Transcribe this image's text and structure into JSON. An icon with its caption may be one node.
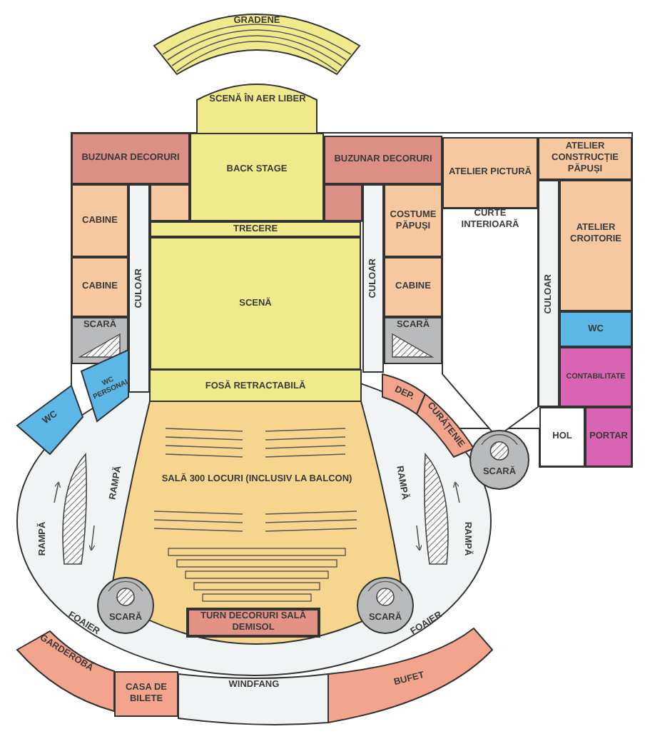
{
  "diagram": {
    "nodes": [
      {
        "text": [
          "GRADENE"
        ]
      },
      {
        "text": [
          "SCENĂ ÎN AER LIBER"
        ]
      },
      {
        "text": [
          "BUZUNAR DECORURI"
        ]
      },
      {
        "text": [
          "BACK STAGE"
        ]
      },
      {
        "text": [
          "BUZUNAR DECORURI"
        ]
      },
      {
        "text": [
          "ATELIER PICTURĂ"
        ]
      },
      {
        "text": [
          "ATELIER CONSTRUCȚIE PĂPUȘI"
        ]
      },
      {
        "text": [
          "CABINE"
        ]
      },
      {
        "text": [
          "TRECERE"
        ]
      },
      {
        "text": [
          "COSTUME PĂPUȘI"
        ]
      },
      {
        "text": [
          "CULOAR"
        ]
      },
      {
        "text": [
          "SCENĂ"
        ]
      },
      {
        "text": [
          "CULOAR"
        ]
      },
      {
        "text": [
          "CURTE INTERIOARĂ"
        ]
      },
      {
        "text": [
          "CULOAR"
        ]
      },
      {
        "text": [
          "CABINE"
        ]
      },
      {
        "text": [
          "CABINE"
        ]
      },
      {
        "text": [
          "ATELIER CROITORIE"
        ]
      },
      {
        "text": [
          "SCARĂ"
        ]
      },
      {
        "text": [
          "SCARĂ"
        ]
      },
      {
        "text": [
          "WC"
        ]
      },
      {
        "text": [
          "WC PERSONAL"
        ]
      },
      {
        "text": [
          "FOSĂ RETRACTABILĂ"
        ]
      },
      {
        "text": [
          "CONTABILITATE"
        ]
      },
      {
        "text": [
          "WC"
        ]
      },
      {
        "text": [
          "DEP."
        ]
      },
      {
        "text": [
          "CURĂȚENIE"
        ]
      },
      {
        "text": [
          "HOL"
        ]
      },
      {
        "text": [
          "PORTAR"
        ]
      },
      {
        "text": [
          "SALĂ 300 LOCURI (INCLUSIV LA BALCON)"
        ]
      },
      {
        "text": [
          "RAMPĂ"
        ]
      },
      {
        "text": [
          "RAMPĂ"
        ]
      },
      {
        "text": [
          "SCARĂ"
        ]
      },
      {
        "text": [
          "RAMPĂ"
        ]
      },
      {
        "text": [
          "RAMPĂ"
        ]
      },
      {
        "text": [
          "SCARĂ"
        ]
      },
      {
        "text": [
          "TURN DECORURI SALĂ DEMISOL"
        ],
        "in": 29
      },
      {
        "text": [
          "SCARĂ"
        ]
      },
      {
        "text": [
          "FOAIER"
        ]
      },
      {
        "text": [
          "FOAIER"
        ]
      },
      {
        "text": [
          "GARDEROBĂ"
        ]
      },
      {
        "text": [
          "CASA DE BILETE"
        ]
      },
      {
        "text": [
          "WINDFANG"
        ]
      },
      {
        "text": [
          "BUFET"
        ]
      },
      {
        "text": [],
        "shape": "box"
      },
      {
        "text": [],
        "shape": "box"
      }
    ]
  }
}
